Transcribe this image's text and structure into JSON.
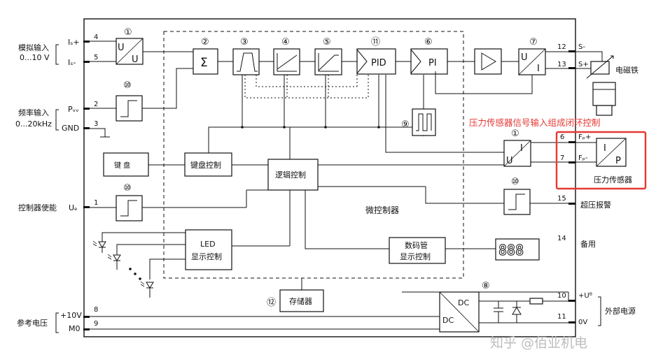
{
  "left_labels": {
    "analog_input": "模拟输入",
    "analog_range": "0...10 V",
    "freq_input": "频率输入",
    "freq_range": "0...20kHz",
    "controller_enable": "控制器使能",
    "ref_voltage": "参考电压"
  },
  "left_pins": {
    "is_plus": "Iₛ+",
    "is_minus": "Iₛ-",
    "pw": "Pᵥᵥ",
    "gnd": "GND",
    "ue": "Uₑ",
    "plus10v": "+10V",
    "m0": "M0",
    "n4": "4",
    "n5": "5",
    "n2": "2",
    "n3": "3",
    "n1": "1",
    "n8": "8",
    "n9": "9"
  },
  "blocks": {
    "c1": "①",
    "c2": "②",
    "c3": "③",
    "c4": "④",
    "c5": "⑤",
    "c6": "⑥",
    "c7": "⑦",
    "c8": "⑧",
    "c9": "⑨",
    "c10": "⑩",
    "c11": "⑪",
    "c12": "⑫",
    "uu_top": "U",
    "uu_bot": "U",
    "sigma": "Σ",
    "pid": "PID",
    "pi": "PI",
    "ui_u": "U",
    "ui_i": "I",
    "keypad": "键 盘",
    "keypad_ctrl": "键盘控制",
    "logic_ctrl": "逻辑控制",
    "mcu": "微控制器",
    "led_title": "LED",
    "led_sub": "显示控制",
    "seg_title": "数码管",
    "seg_sub": "显示控制",
    "memory": "存储器",
    "dc_top": "DC",
    "dc_bot": "DC",
    "seg_digits": "888"
  },
  "right_pins": {
    "n12": "12",
    "s_minus": "S-",
    "n13": "13",
    "s_plus": "S+",
    "n6": "6",
    "fp_plus": "Fₚ+",
    "n7": "7",
    "fp_minus": "Fₚ-",
    "n15": "15",
    "n14": "14",
    "n10": "10",
    "ub_plus": "+Uᴮ",
    "n11": "11",
    "v0": "0V"
  },
  "right_labels": {
    "solenoid": "电磁铁",
    "overpressure": "超压报警",
    "spare": "备用",
    "ext_power": "外部电源",
    "pressure_sensor": "压力传感器",
    "sensor_i": "I",
    "sensor_p": "P"
  },
  "annotation": {
    "text": "压力传感器信号输入组成闭环控制",
    "color": "#e53935"
  },
  "watermark": "知乎 @佰业机电"
}
